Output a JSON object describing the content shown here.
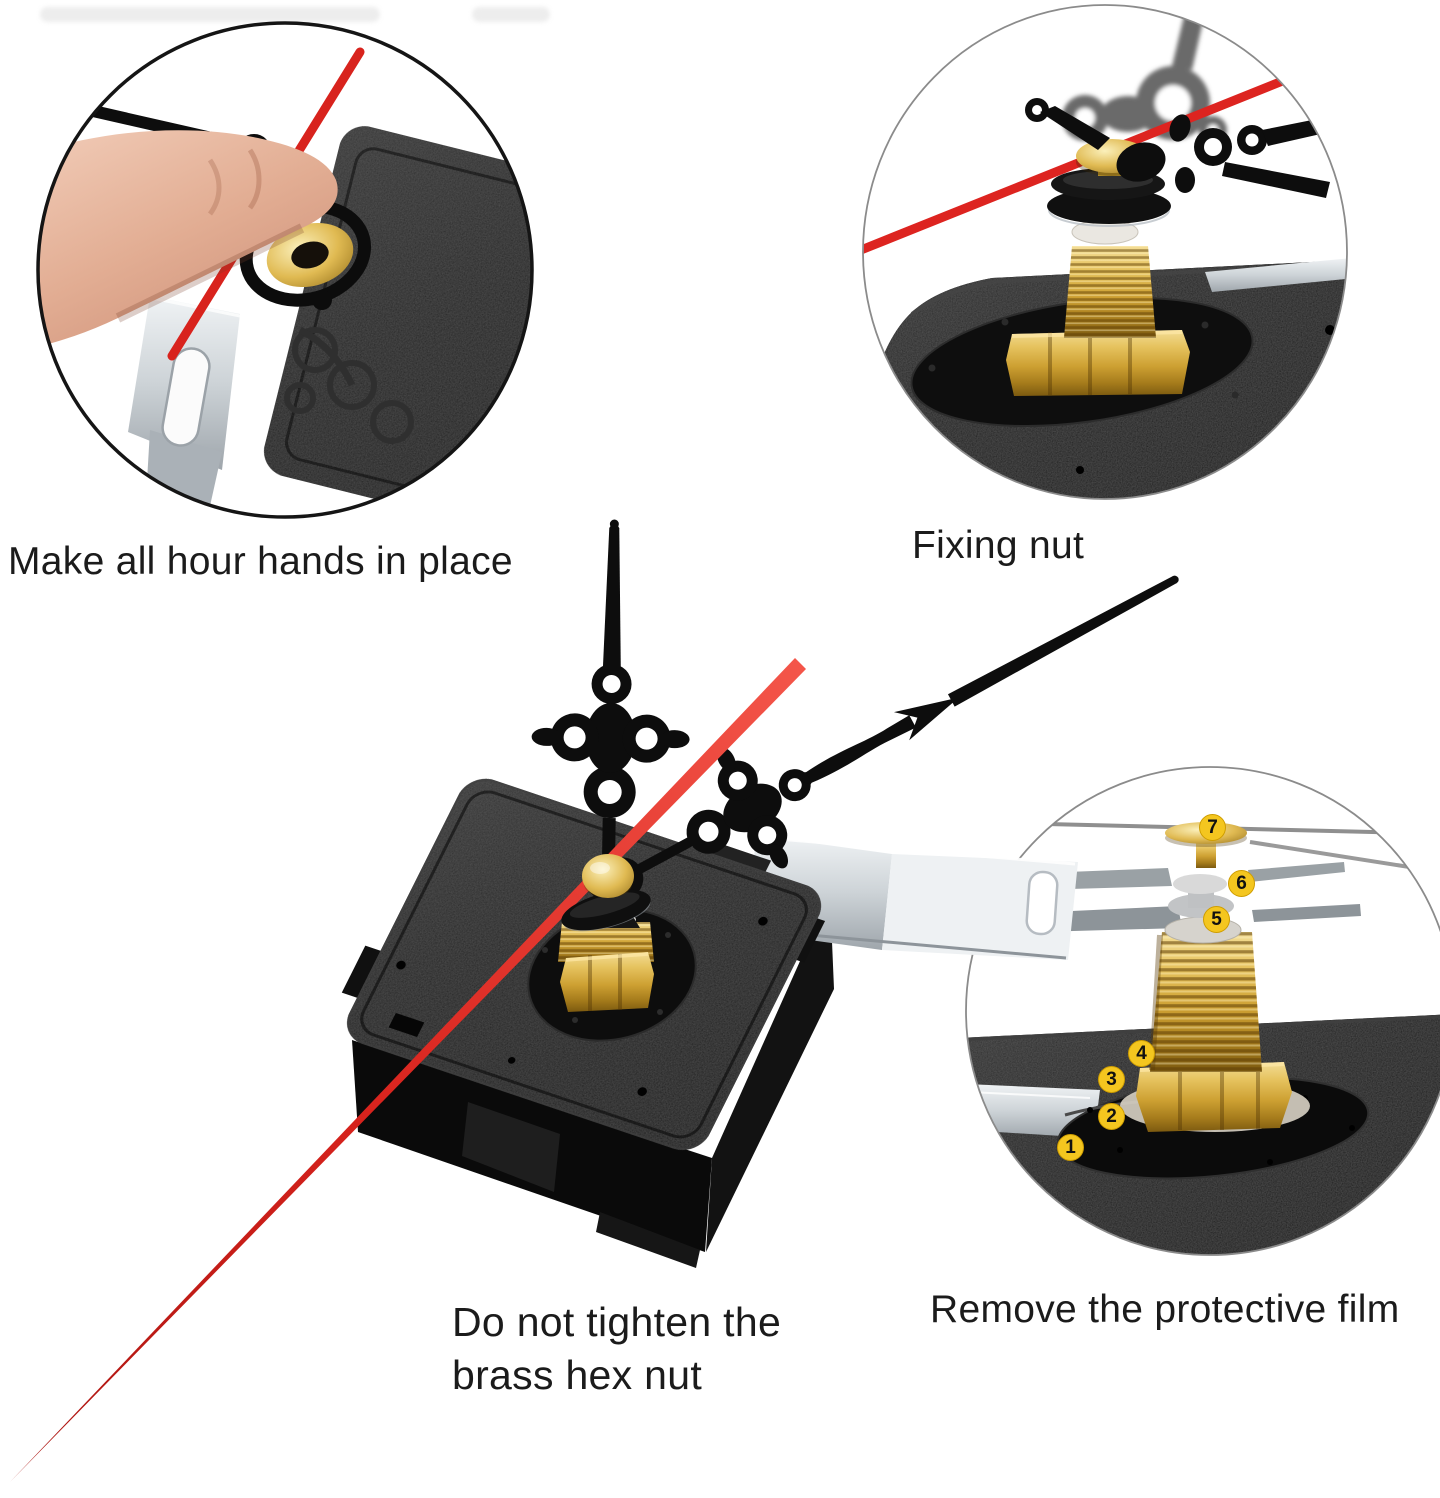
{
  "page": {
    "background": "#ffffff"
  },
  "palette": {
    "second_hand_red": "#d8231d",
    "brass_gold": "#cda032",
    "movement_black": "#161616",
    "bracket_silver": "#ccd2d6",
    "badge_yellow": "#f4c61f",
    "text_black": "#1b1b1b",
    "inset_border_dark": "#151515",
    "inset_border_light": "#8b8b8b"
  },
  "insets": {
    "hands_in_place": {
      "caption": "Make all hour hands in place"
    },
    "fixing_nut": {
      "caption": "Fixing nut"
    },
    "protective_film": {
      "caption": "Remove the protective film",
      "callouts": [
        "1",
        "2",
        "3",
        "4",
        "5",
        "6",
        "7"
      ]
    }
  },
  "notes": {
    "do_not_tighten": {
      "line1": "Do not tighten the",
      "line2": "brass hex nut"
    }
  }
}
